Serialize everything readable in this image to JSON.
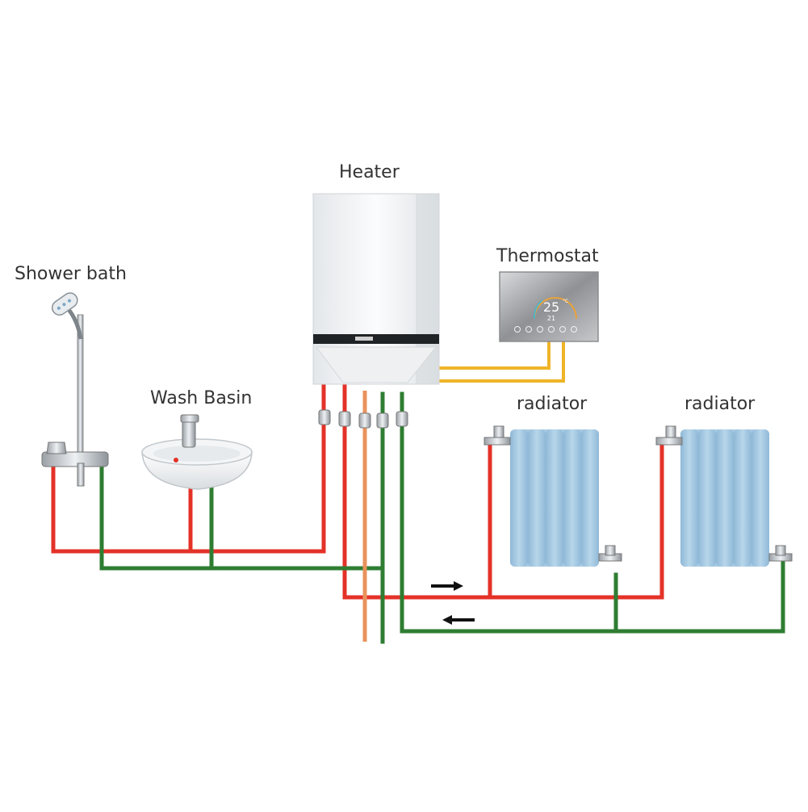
{
  "labels": {
    "heater": "Heater",
    "thermostat": "Thermostat",
    "shower": "Shower bath",
    "basin": "Wash Basin",
    "radiator_left": "radiator",
    "radiator_right": "radiator"
  },
  "thermostat_display": {
    "temperature": "25",
    "unit": "°C",
    "set_point": "21"
  },
  "colors": {
    "hot_pipe": "#e53228",
    "cold_pipe": "#2e7d32",
    "gas_pipe": "#e8935b",
    "wire": "#f0b429",
    "radiator": "#a9cbe3",
    "arrow": "#111111"
  }
}
